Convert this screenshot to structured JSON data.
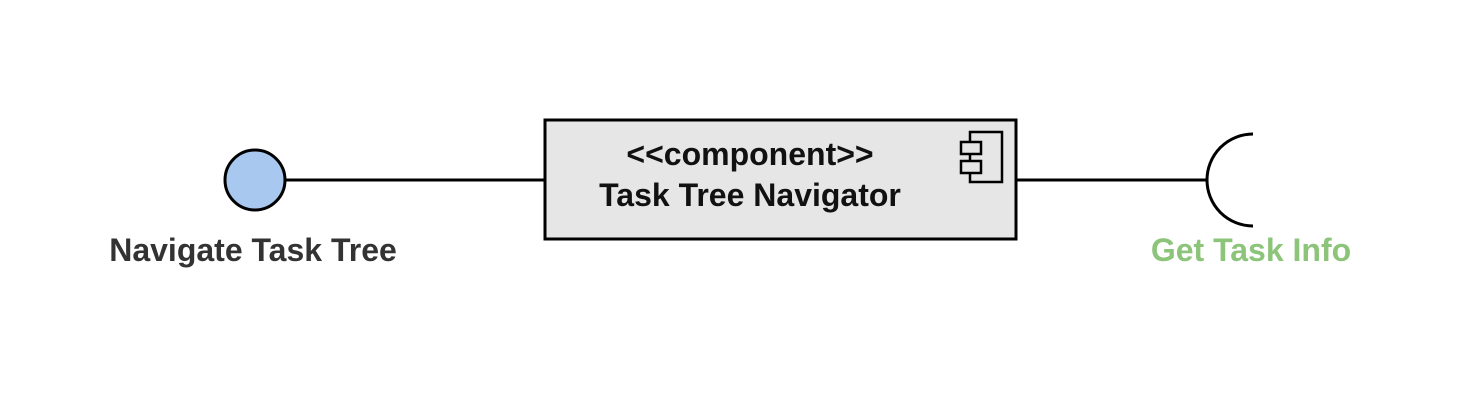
{
  "component": {
    "stereotype": "<<component>>",
    "name": "Task Tree Navigator",
    "icon": "component-icon",
    "fill": "#e6e6e6"
  },
  "provided_interface": {
    "label": "Navigate Task Tree",
    "fill": "#a9c8f0",
    "label_color": "#333333"
  },
  "required_interface": {
    "label": "Get Task Info",
    "label_color": "#8cc47a"
  }
}
